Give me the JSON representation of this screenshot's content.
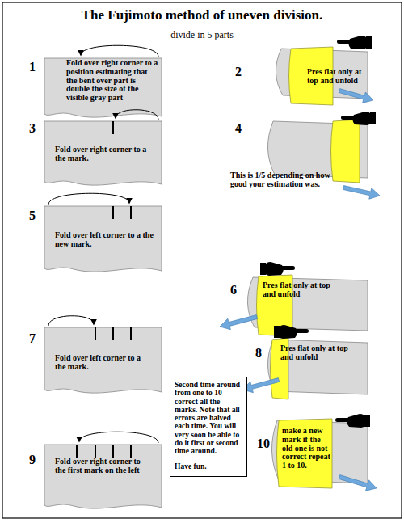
{
  "diagram": {
    "title": "The Fujimoto method of uneven division.",
    "nodes": [
      {
        "text": [
          "Fold over right corner to a position estimating that the bent over part is double the size of the visible gray part"
        ]
      },
      {
        "text": [
          "Pres flat only at top and unfold"
        ]
      },
      {
        "text": [
          "Fold over right corner to a the mark."
        ]
      },
      {
        "text": [
          "This is 1/5 depending on how good your estimation was."
        ]
      },
      {
        "text": [
          "Fold over left corner to a the new mark."
        ]
      },
      {
        "text": [
          "Pres flat only at top and unfold"
        ]
      },
      {
        "text": [
          "Fold over left corner to a the mark."
        ]
      },
      {
        "text": [
          "Pres flat only at top and unfold"
        ]
      },
      {
        "text": [
          "Second time around from one to 10 correct all the marks. Note that all errors are halved each time. You will very soon be able to do it first or second time around.",
          "Have fun."
        ]
      },
      {
        "text": [
          "Fold over right corner to the first mark on the left"
        ]
      },
      {
        "text": [
          "make a new mark if the old one is not correct repeat 1 to 10."
        ]
      }
    ],
    "labels": [
      "divide in 5 parts",
      "1",
      "2",
      "3",
      "4",
      "5",
      "6",
      "7",
      "8",
      "9",
      "10"
    ]
  }
}
